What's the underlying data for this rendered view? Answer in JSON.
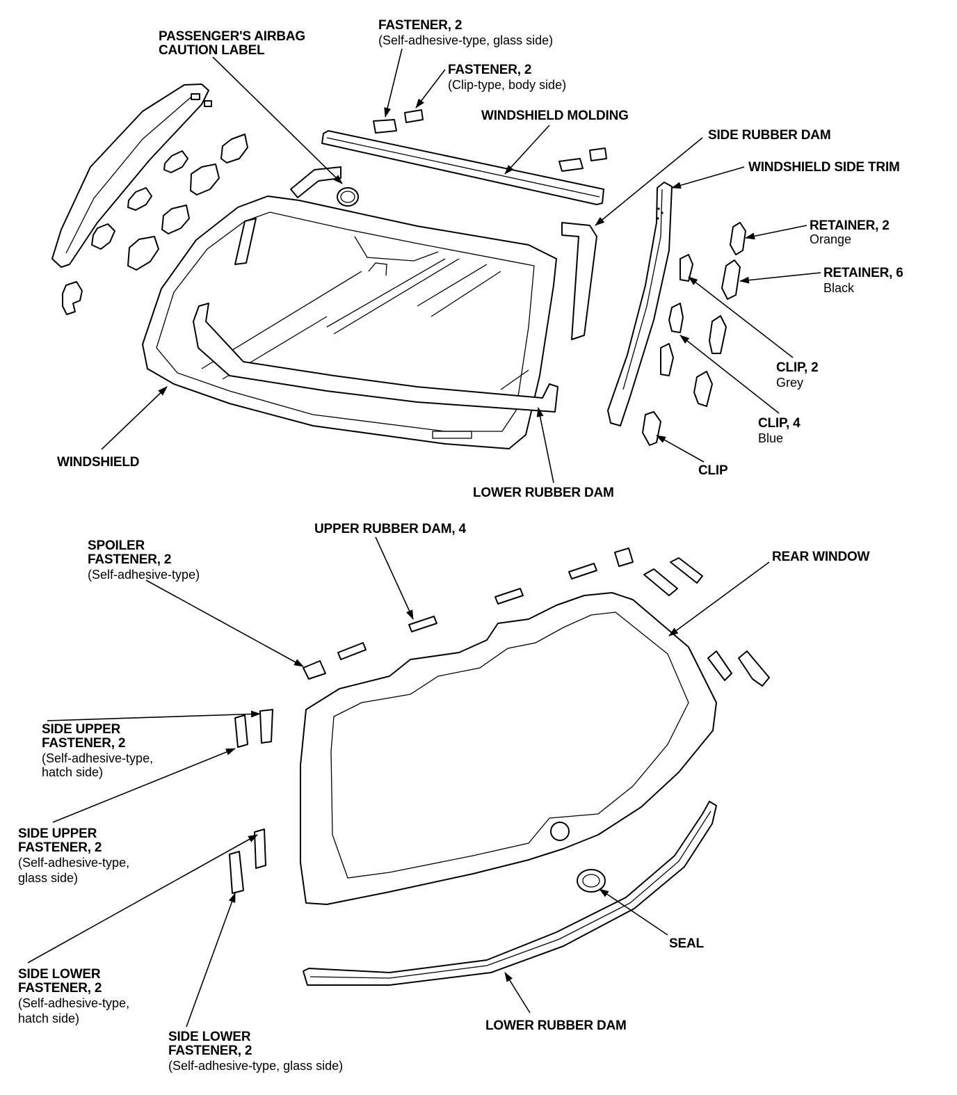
{
  "labels": {
    "airbag_label": [
      "PASSENGER'S AIRBAG",
      "CAUTION LABEL"
    ],
    "fastener_glass": {
      "title": "FASTENER, 2",
      "sub": "(Self-adhesive-type, glass side)"
    },
    "fastener_clip": {
      "title": "FASTENER, 2",
      "sub": "(Clip-type, body side)"
    },
    "windshield_molding": "WINDSHIELD MOLDING",
    "side_rubber_dam": "SIDE RUBBER DAM",
    "windshield_side_trim": "WINDSHIELD SIDE TRIM",
    "retainer_2": {
      "title": "RETAINER, 2",
      "sub": "Orange"
    },
    "retainer_6": {
      "title": "RETAINER, 6",
      "sub": "Black"
    },
    "clip_2": {
      "title": "CLIP, 2",
      "sub": "Grey"
    },
    "clip_4": {
      "title": "CLIP, 4",
      "sub": "Blue"
    },
    "clip": "CLIP",
    "windshield": "WINDSHIELD",
    "lower_rubber_dam_front": "LOWER RUBBER DAM",
    "spoiler_fastener": {
      "lines": [
        "SPOILER",
        "FASTENER, 2"
      ],
      "sub": "(Self-adhesive-type)"
    },
    "upper_rubber_dam": "UPPER RUBBER DAM, 4",
    "rear_window": "REAR WINDOW",
    "side_upper_hatch": {
      "lines": [
        "SIDE UPPER",
        "FASTENER, 2"
      ],
      "sub": [
        "(Self-adhesive-type,",
        "hatch side)"
      ]
    },
    "side_upper_glass": {
      "lines": [
        "SIDE UPPER",
        "FASTENER, 2"
      ],
      "sub": [
        "(Self-adhesive-type,",
        "glass side)"
      ]
    },
    "side_lower_hatch": {
      "lines": [
        "SIDE LOWER",
        "FASTENER, 2"
      ],
      "sub": [
        "(Self-adhesive-type,",
        "hatch side)"
      ]
    },
    "side_lower_glass": {
      "lines": [
        "SIDE LOWER",
        "FASTENER, 2"
      ],
      "sub": [
        "(Self-adhesive-type, glass side)"
      ]
    },
    "seal": "SEAL",
    "lower_rubber_dam_rear": "LOWER RUBBER DAM"
  }
}
